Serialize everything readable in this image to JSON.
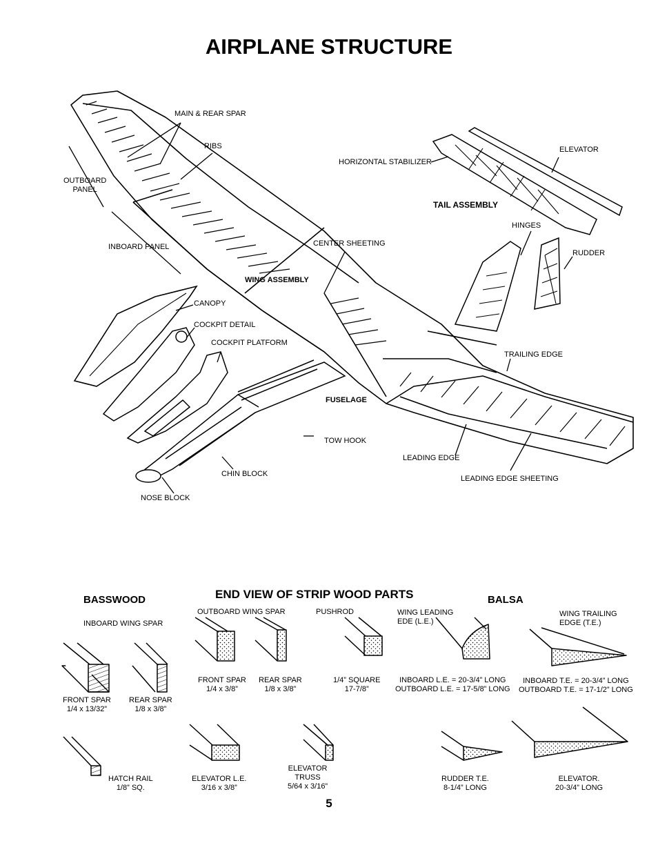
{
  "page": {
    "title": "AIRPLANE STRUCTURE",
    "page_number": "5"
  },
  "diagram": {
    "labels": {
      "main_rear_spar": "MAIN & REAR SPAR",
      "ribs": "RIBS",
      "outboard_panel": "OUTBOARD\nPANEL",
      "inboard_panel": "INBOARD PANEL",
      "center_sheeting": "CENTER SHEETING",
      "wing_assembly": "WING ASSEMBLY",
      "horizontal_stabilizer": "HORIZONTAL STABILIZER",
      "elevator": "ELEVATOR",
      "tail_assembly": "TAIL ASSEMBLY",
      "hinges": "HINGES",
      "rudder": "RUDDER",
      "canopy": "CANOPY",
      "cockpit_detail": "COCKPIT DETAIL",
      "cockpit_platform": "COCKPIT PLATFORM",
      "trailing_edge": "TRAILING EDGE",
      "fuselage": "FUSELAGE",
      "tow_hook": "TOW HOOK",
      "leading_edge": "LEADING EDGE",
      "leading_edge_sheeting": "LEADING EDGE SHEETING",
      "chin_block": "CHIN BLOCK",
      "nose_block": "NOSE BLOCK"
    }
  },
  "strip_parts": {
    "title": "END VIEW OF STRIP WOOD PARTS",
    "basswood_header": "BASSWOOD",
    "balsa_header": "BALSA",
    "inboard_wing_spar": "INBOARD WING SPAR",
    "outboard_wing_spar": "OUTBOARD WING SPAR",
    "pushrod": "PUSHROD",
    "wing_leading_edge": "WING LEADING\nEDE (L.E.)",
    "wing_trailing_edge": "WING TRAILING\nEDGE (T.E.)",
    "items": {
      "bass_front_spar": "FRONT SPAR\n1/4 x 13/32”",
      "bass_rear_spar": "REAR SPAR\n1/8 x 3/8”",
      "out_front_spar": "FRONT SPAR\n1/4 x 3/8”",
      "out_rear_spar": "REAR SPAR\n1/8 x 3/8”",
      "pushrod_square": "1/4” SQUARE\n17-7/8”",
      "le_lengths": "INBOARD L.E. = 20-3/4” LONG\nOUTBOARD L.E. = 17-5/8” LONG",
      "te_lengths": "INBOARD T.E. = 20-3/4” LONG\nOUTBOARD T.E. = 17-1/2” LONG",
      "hatch_rail": "HATCH RAIL\n1/8” SQ.",
      "elevator_le": "ELEVATOR L.E.\n3/16 x 3/8”",
      "elevator_truss": "ELEVATOR\nTRUSS\n5/64 x 3/16”",
      "rudder_te": "RUDDER T.E.\n8-1/4” LONG",
      "elevator_long": "ELEVATOR.\n20-3/4” LONG"
    }
  }
}
